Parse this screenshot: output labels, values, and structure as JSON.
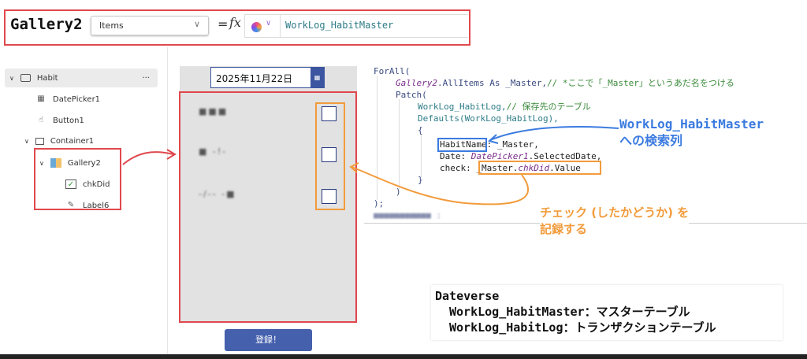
{
  "formula_bar": {
    "control_name": "Gallery2",
    "property": "Items",
    "equals": "=",
    "fx": "fx",
    "formula": "WorkLog_HabitMaster"
  },
  "tree": {
    "screen": "Habit",
    "more": "···",
    "items": [
      "DatePicker1",
      "Button1",
      "Container1",
      "Gallery2",
      "chkDid",
      "Label6"
    ]
  },
  "canvas": {
    "date_value": "2025年11月22日",
    "rows": [
      "■■■",
      "■ -!-",
      "-/-- -■"
    ],
    "submit_label": "登録！"
  },
  "code": {
    "lines": [
      "ForAll(",
      "Gallery2",
      ".AllItems As _Master,",
      "// *ここで「_Master」というあだ名をつける",
      "Patch(",
      "WorkLog_HabitLog,",
      "// 保存先のテーブル",
      "Defaults(WorkLog_HabitLog),",
      "{",
      "HabitName",
      ": _Master,",
      "Date: ",
      "DatePicker1",
      ".SelectedDate,",
      "check: ",
      "_Master.",
      "chkDid",
      ".Value",
      "}",
      ")",
      ");",
      "■■■■■■■■■■■ :"
    ]
  },
  "annotations": {
    "blue_title": "WorkLog_HabitMaster",
    "blue_sub": "への検索列",
    "orange_1": "チェック (したかどうか) を",
    "orange_2": "記録する"
  },
  "dataverse": {
    "title": "Dateverse",
    "line1": "WorkLog_HabitMaster：マスターテーブル",
    "line2": "WorkLog_HabitLog：トランザクションテーブル"
  },
  "colors": {
    "red": "#e0484d",
    "orange": "#f29b3b",
    "blue": "#3b7be0",
    "button": "#4560ad"
  }
}
